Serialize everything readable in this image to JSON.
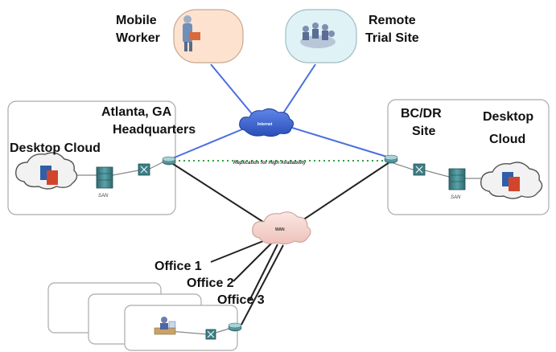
{
  "labels": {
    "mobile_worker": [
      "Mobile",
      "Worker"
    ],
    "remote_trial_site": [
      "Remote",
      "Trial Site"
    ],
    "atlanta_hq": [
      "Atlanta, GA",
      "Headquarters"
    ],
    "desktop_cloud_left": "Desktop Cloud",
    "bcdr_site": [
      "BC/DR",
      "Site"
    ],
    "desktop_cloud_right": [
      "Desktop",
      "Cloud"
    ],
    "internet": "Internet",
    "wan": "WAN",
    "replication": "Replication for High Availability",
    "san_left": "SAN",
    "san_right": "SAN",
    "office_1": "Office 1",
    "office_2": "Office 2",
    "office_3": "Office 3"
  },
  "colors": {
    "internet_link": "#4a6fe0",
    "wan_link": "#222222",
    "replication_link": "#2ea043",
    "internet_cloud": "#3a5fcd",
    "wan_cloud": "#f5d5d0",
    "mobile_bubble": "#fde3cf",
    "remote_bubble": "#dff2f6",
    "switch": "#3c7f86"
  },
  "icons": {
    "mobile_worker": "person-laptop-icon",
    "remote_trial_site": "meeting-group-icon",
    "desktop_cloud": "cloud-desktop-icon",
    "san": "storage-server-icon",
    "switch": "switch-icon",
    "router": "router-icon",
    "office_user": "desk-user-icon"
  }
}
